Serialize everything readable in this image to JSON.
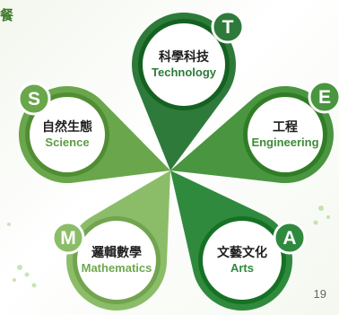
{
  "corner_text": "餐",
  "page_number": "19",
  "colors": {
    "dark_green": "#2f7d3c",
    "mid_green": "#4f9a3d",
    "light_green": "#7fb65a",
    "pale_green": "#9cc77c"
  },
  "petals": [
    {
      "id": "technology",
      "letter": "T",
      "zh": "科學科技",
      "en": "Technology",
      "color": "#2e7a3a",
      "en_color": "#2e7a3a"
    },
    {
      "id": "engineering",
      "letter": "E",
      "zh": "工程",
      "en": "Engineering",
      "color": "#4a9540",
      "en_color": "#3f8b3a"
    },
    {
      "id": "arts",
      "letter": "A",
      "zh": "文藝文化",
      "en": "Arts",
      "color": "#2f8a3e",
      "en_color": "#2f8a3e"
    },
    {
      "id": "mathematics",
      "letter": "M",
      "zh": "邏輯數學",
      "en": "Mathematics",
      "color": "#8bbd68",
      "en_color": "#6ea84f"
    },
    {
      "id": "science",
      "letter": "S",
      "zh": "自然生態",
      "en": "Science",
      "color": "#6aa64b",
      "en_color": "#5d9c44"
    }
  ]
}
